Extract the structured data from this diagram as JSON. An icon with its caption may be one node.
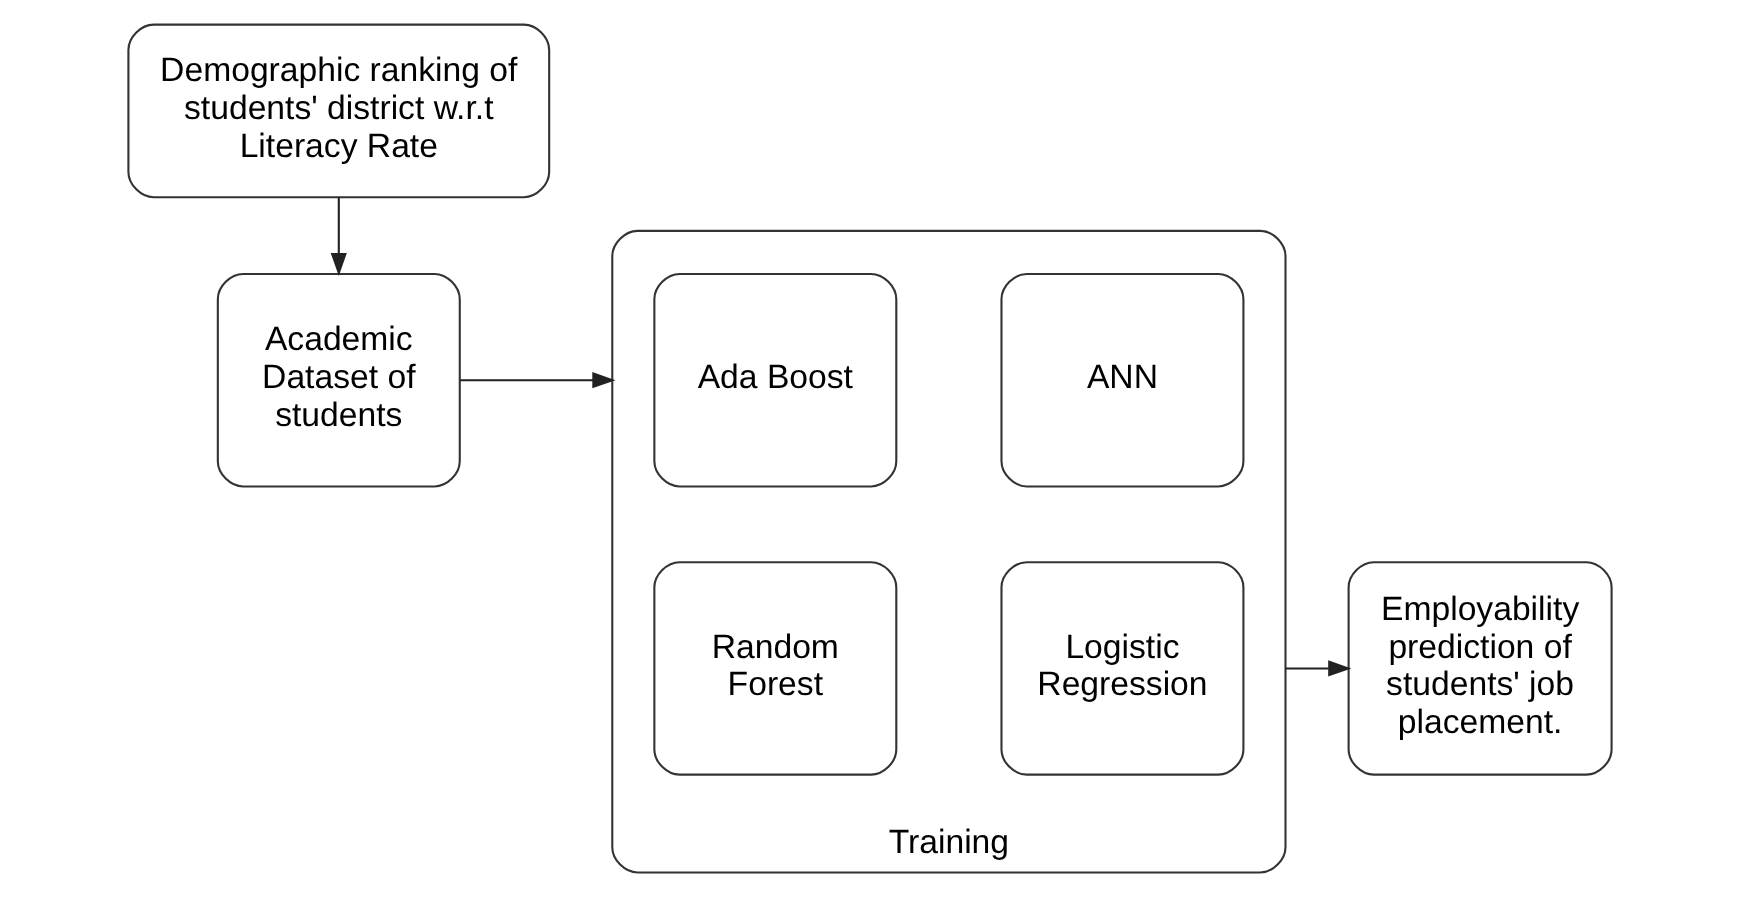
{
  "diagram": {
    "nodes": [
      {
        "text": [
          "Demographic ranking of students' district w.r.t Literacy Rate"
        ]
      },
      {
        "text": [
          "Academic Dataset of students"
        ]
      },
      {
        "text": [
          "Training"
        ]
      },
      {
        "text": [
          "Ada Boost"
        ],
        "in": 2
      },
      {
        "text": [
          "ANN"
        ],
        "in": 2
      },
      {
        "text": [
          "Random Forest"
        ],
        "in": 2
      },
      {
        "text": [
          "Logistic Regression"
        ],
        "in": 2
      },
      {
        "text": [
          "Employability prediction of students' job placement."
        ]
      }
    ],
    "edges": [
      {
        "from": 0,
        "to": 1,
        "arrow": "to"
      },
      {
        "from": 1,
        "to": 2,
        "arrow": "to"
      },
      {
        "from": 2,
        "to": 7,
        "arrow": "to"
      }
    ]
  }
}
